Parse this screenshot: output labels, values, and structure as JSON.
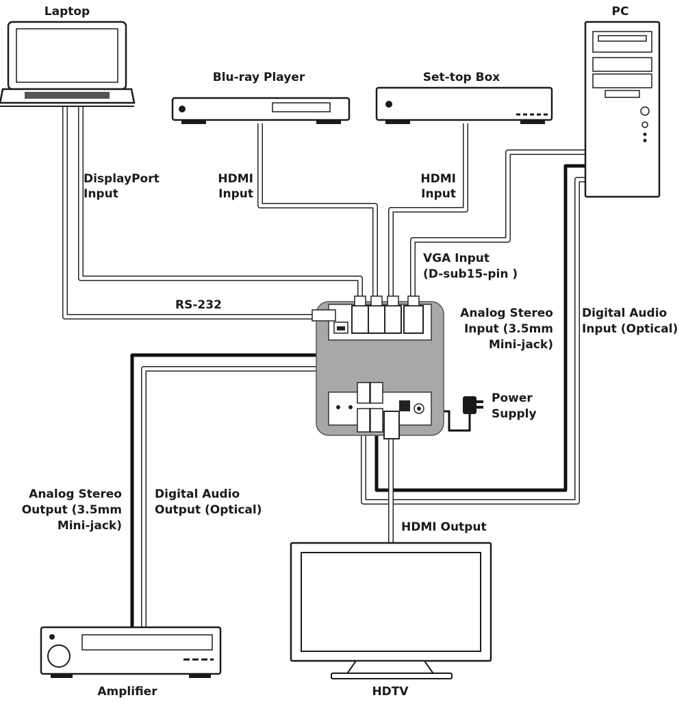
{
  "devices": {
    "laptop": "Laptop",
    "bluray": "Blu-ray Player",
    "settop": "Set-top Box",
    "pc": "PC",
    "amplifier": "Amplifier",
    "hdtv": "HDTV"
  },
  "connections": {
    "displayport": [
      "DisplayPort",
      "Input"
    ],
    "hdmi_in_1": [
      "HDMI",
      "Input"
    ],
    "hdmi_in_2": [
      "HDMI",
      "Input"
    ],
    "vga": [
      "VGA Input",
      "(D-sub15-pin )"
    ],
    "rs232": "RS-232",
    "analog_in": [
      "Analog Stereo",
      "Input (3.5mm",
      "Mini-jack)"
    ],
    "digital_in": [
      "Digital Audio",
      "Input (Optical)"
    ],
    "power": [
      "Power",
      "Supply"
    ],
    "analog_out": [
      "Analog Stereo",
      "Output (3.5mm",
      "Mini-jack)"
    ],
    "digital_out": [
      "Digital Audio",
      "Output (Optical)"
    ],
    "hdmi_out": "HDMI Output"
  }
}
